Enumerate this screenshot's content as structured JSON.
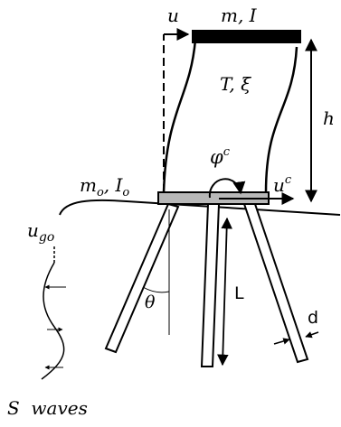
{
  "labels": {
    "u": "u",
    "mI": "m, I",
    "T_xi": "T, ξ",
    "h": "h",
    "phi": "φ",
    "phi_sup": "c",
    "uc": "u",
    "uc_sup": "c",
    "mo_Io": "m",
    "mo_sub": "o",
    "Io_mid": ", I",
    "Io_sub": "o",
    "ugo": "u",
    "ugo_sub": "go",
    "theta": "θ",
    "L": "L",
    "d": "d",
    "s_waves": "S  waves"
  },
  "colors": {
    "ink": "#000000",
    "top_mass": "#000000",
    "foundation": "#b8b8b8",
    "background": "#ffffff"
  }
}
